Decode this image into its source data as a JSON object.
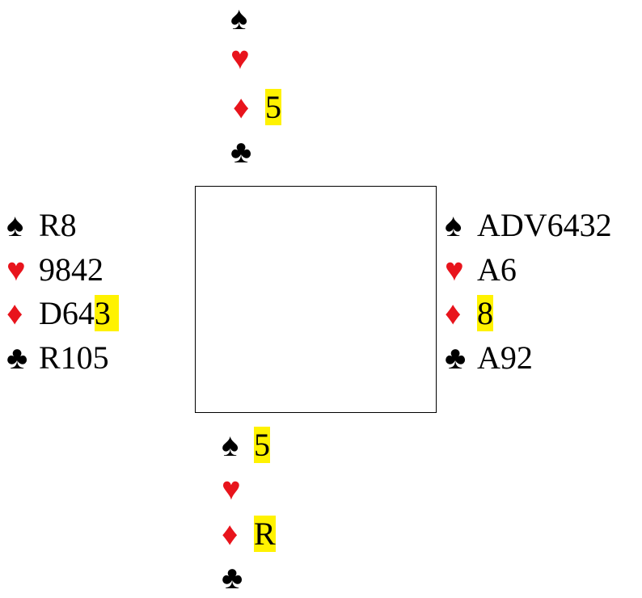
{
  "suits": {
    "spades": "♠",
    "hearts": "♥",
    "diamonds": "♦",
    "clubs": "♣"
  },
  "colors": {
    "red_suit": "#e8141c",
    "black_suit": "#000000",
    "highlight": "#fff200"
  },
  "north": {
    "spades": "",
    "hearts": "",
    "diamonds_highlight": "5",
    "clubs": ""
  },
  "west": {
    "spades": "R8",
    "hearts": "9842",
    "diamonds": "D64",
    "diamonds_highlight": "3",
    "clubs": "R105"
  },
  "east": {
    "spades": "ADV6432",
    "hearts": "A6",
    "diamonds_highlight": "8",
    "clubs": "A92"
  },
  "south": {
    "spades_highlight": "5",
    "hearts": "",
    "diamonds_highlight": "R",
    "clubs": ""
  }
}
